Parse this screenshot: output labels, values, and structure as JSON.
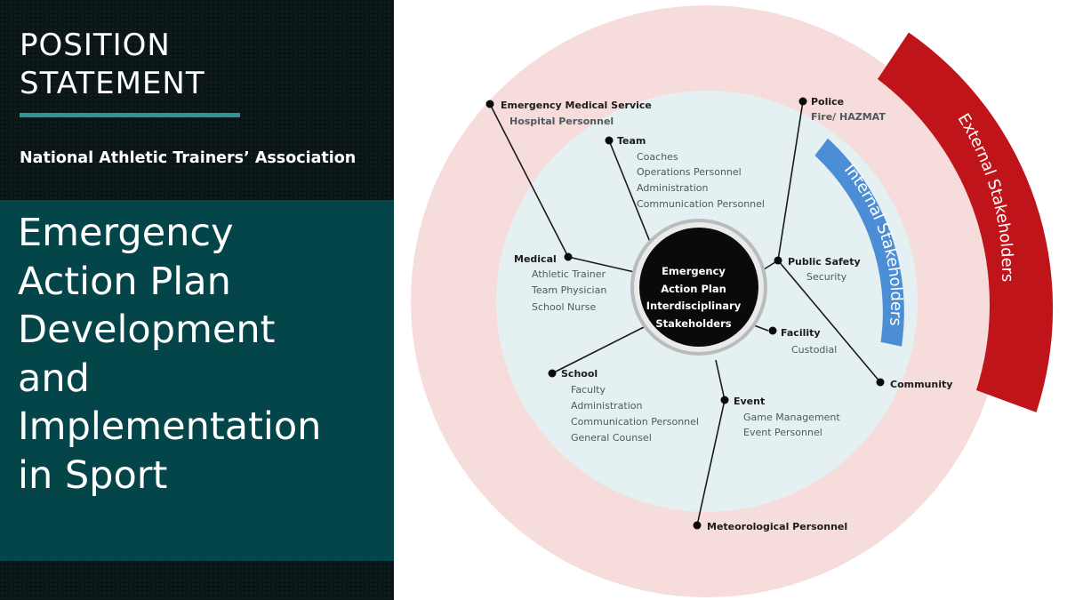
{
  "header": {
    "heading_lines": [
      "POSITION",
      "STATEMENT"
    ],
    "organization": "National Athletic Trainers’ Association"
  },
  "title": {
    "lines": [
      "Emergency",
      "Action Plan",
      "Development",
      "and",
      "Implementation",
      "in Sport"
    ]
  },
  "diagram": {
    "center_lines": [
      "Emergency",
      "Action Plan",
      "Interdisciplinary",
      "Stakeholders"
    ],
    "internal_label": "Internal Stakeholders",
    "external_label": "External Stakeholders",
    "colors": {
      "outer_ring": "#f6dcdb",
      "inner_circle": "#e4f0f1",
      "center": "#0a0a0a",
      "center_halo": "#b9bcbd",
      "internal_arc": "#4c8ed6",
      "external_arc": "#c0141b"
    },
    "nodes": {
      "ems": {
        "name": "Emergency Medical Service",
        "subs": [
          "Hospital Personnel"
        ]
      },
      "police": {
        "name": "Police",
        "subs": [
          "Fire/ HAZMAT"
        ]
      },
      "team": {
        "name": "Team",
        "subs": [
          "Coaches",
          "Operations Personnel",
          "Administration",
          "Communication Personnel"
        ]
      },
      "medical": {
        "name": "Medical",
        "subs": [
          "Athletic Trainer",
          "Team Physician",
          "School Nurse"
        ]
      },
      "public_safety": {
        "name": "Public Safety",
        "subs": [
          "Security"
        ]
      },
      "facility": {
        "name": "Facility",
        "subs": [
          "Custodial"
        ]
      },
      "school": {
        "name": "School",
        "subs": [
          "Faculty",
          "Administration",
          "Communication Personnel",
          "General Counsel"
        ]
      },
      "event": {
        "name": "Event",
        "subs": [
          "Game Management",
          "Event Personnel"
        ]
      },
      "community": {
        "name": "Community",
        "subs": []
      },
      "meteorological": {
        "name": "Meteorological Personnel",
        "subs": []
      }
    }
  }
}
